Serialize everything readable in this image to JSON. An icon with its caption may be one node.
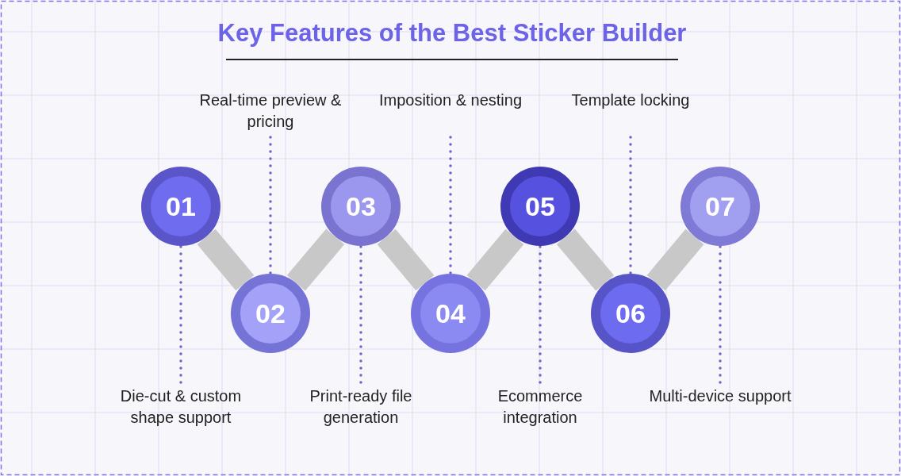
{
  "diagram": {
    "title": "Key Features of the Best Sticker Builder",
    "nodes": [
      {
        "text": [
          "01"
        ]
      },
      {
        "text": [
          "02"
        ]
      },
      {
        "text": [
          "03"
        ]
      },
      {
        "text": [
          "04"
        ]
      },
      {
        "text": [
          "05"
        ]
      },
      {
        "text": [
          "06"
        ]
      },
      {
        "text": [
          "07"
        ]
      },
      {
        "text": [
          "Die-cut & custom shape support"
        ]
      },
      {
        "text": [
          "Real-time preview & pricing"
        ]
      },
      {
        "text": [
          "Print-ready file generation"
        ]
      },
      {
        "text": [
          "Imposition & nesting"
        ]
      },
      {
        "text": [
          "Ecommerce integration"
        ]
      },
      {
        "text": [
          "Template locking"
        ]
      },
      {
        "text": [
          "Multi-device support"
        ]
      }
    ],
    "edges": [
      {
        "from": 0,
        "to": 1,
        "arrow": "none",
        "style": "thick",
        "color": "#c8c8c8"
      },
      {
        "from": 1,
        "to": 2,
        "arrow": "none",
        "style": "thick",
        "color": "#c8c8c8"
      },
      {
        "from": 2,
        "to": 3,
        "arrow": "none",
        "style": "thick",
        "color": "#c8c8c8"
      },
      {
        "from": 3,
        "to": 4,
        "arrow": "none",
        "style": "thick",
        "color": "#c8c8c8"
      },
      {
        "from": 4,
        "to": 5,
        "arrow": "none",
        "style": "thick",
        "color": "#c8c8c8"
      },
      {
        "from": 5,
        "to": 6,
        "arrow": "none",
        "style": "thick",
        "color": "#c8c8c8"
      },
      {
        "from": 7,
        "to": 0,
        "arrow": "none",
        "style": "dashed"
      },
      {
        "from": 8,
        "to": 1,
        "arrow": "none",
        "style": "dashed"
      },
      {
        "from": 9,
        "to": 2,
        "arrow": "none",
        "style": "dashed"
      },
      {
        "from": 10,
        "to": 3,
        "arrow": "none",
        "style": "dashed"
      },
      {
        "from": 11,
        "to": 4,
        "arrow": "none",
        "style": "dashed"
      },
      {
        "from": 12,
        "to": 5,
        "arrow": "none",
        "style": "dashed"
      },
      {
        "from": 13,
        "to": 6,
        "arrow": "none",
        "style": "dashed"
      }
    ]
  }
}
